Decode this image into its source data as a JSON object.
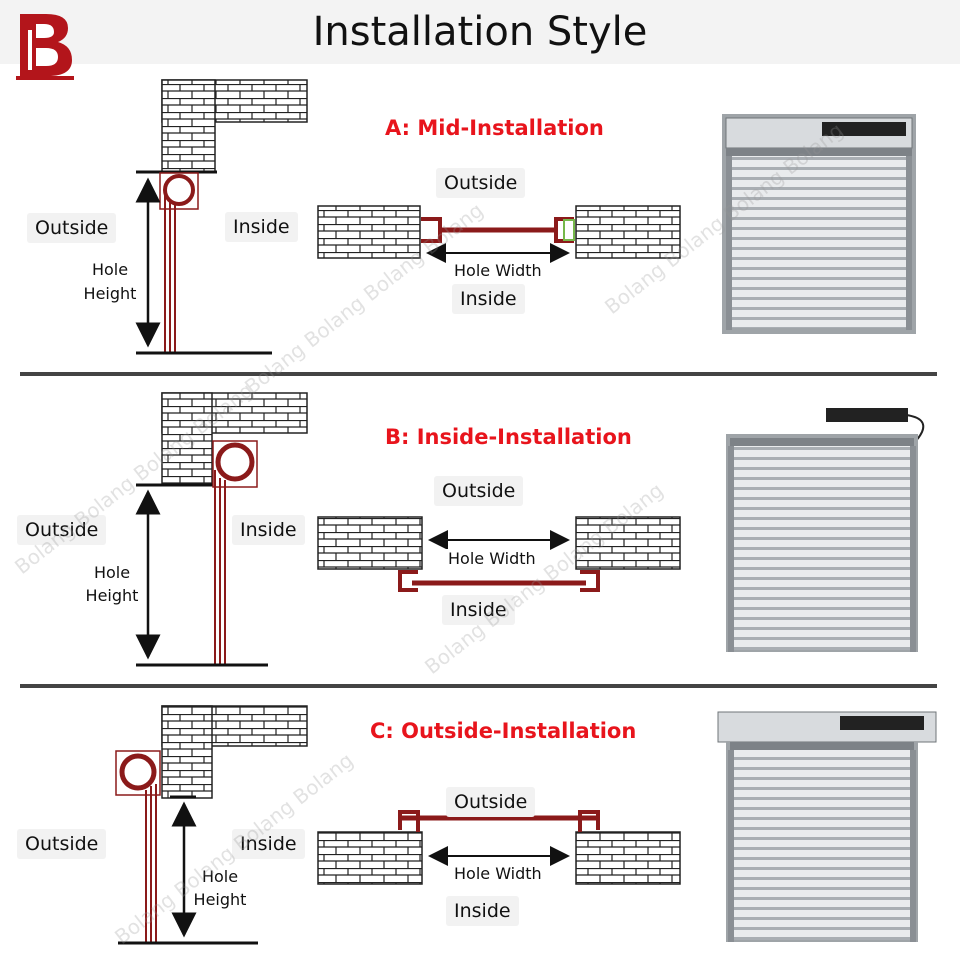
{
  "title": "Installation Style",
  "watermark": "Bolang Bolang Bolang Bolang",
  "colors": {
    "accent": "#e8141c",
    "frame": "#8b1a1a",
    "divider": "#444444",
    "seal": "#76b84a"
  },
  "icons": {
    "logo": "bolang-logo",
    "mid_photo": "roller-shutter-photo",
    "inside_photo": "roller-shutter-photo",
    "outside_photo": "roller-shutter-photo"
  },
  "sections": {
    "mid": {
      "title": "A: Mid-Installation",
      "side_outside": "Outside",
      "side_inside": "Inside",
      "hole_height": [
        "Hole",
        "Height"
      ],
      "plan_outside": "Outside",
      "plan_inside": "Inside",
      "hole_width": "Hole Width"
    },
    "inside": {
      "title": "B: Inside-Installation",
      "side_outside": "Outside",
      "side_inside": "Inside",
      "hole_height": [
        "Hole",
        "Height"
      ],
      "plan_outside": "Outside",
      "plan_inside": "Inside",
      "hole_width": "Hole Width"
    },
    "outside": {
      "title": "C: Outside-Installation",
      "side_outside": "Outside",
      "side_inside": "Inside",
      "hole_height": [
        "Hole",
        "Height"
      ],
      "plan_outside": "Outside",
      "plan_inside": "Inside",
      "hole_width": "Hole Width"
    }
  }
}
